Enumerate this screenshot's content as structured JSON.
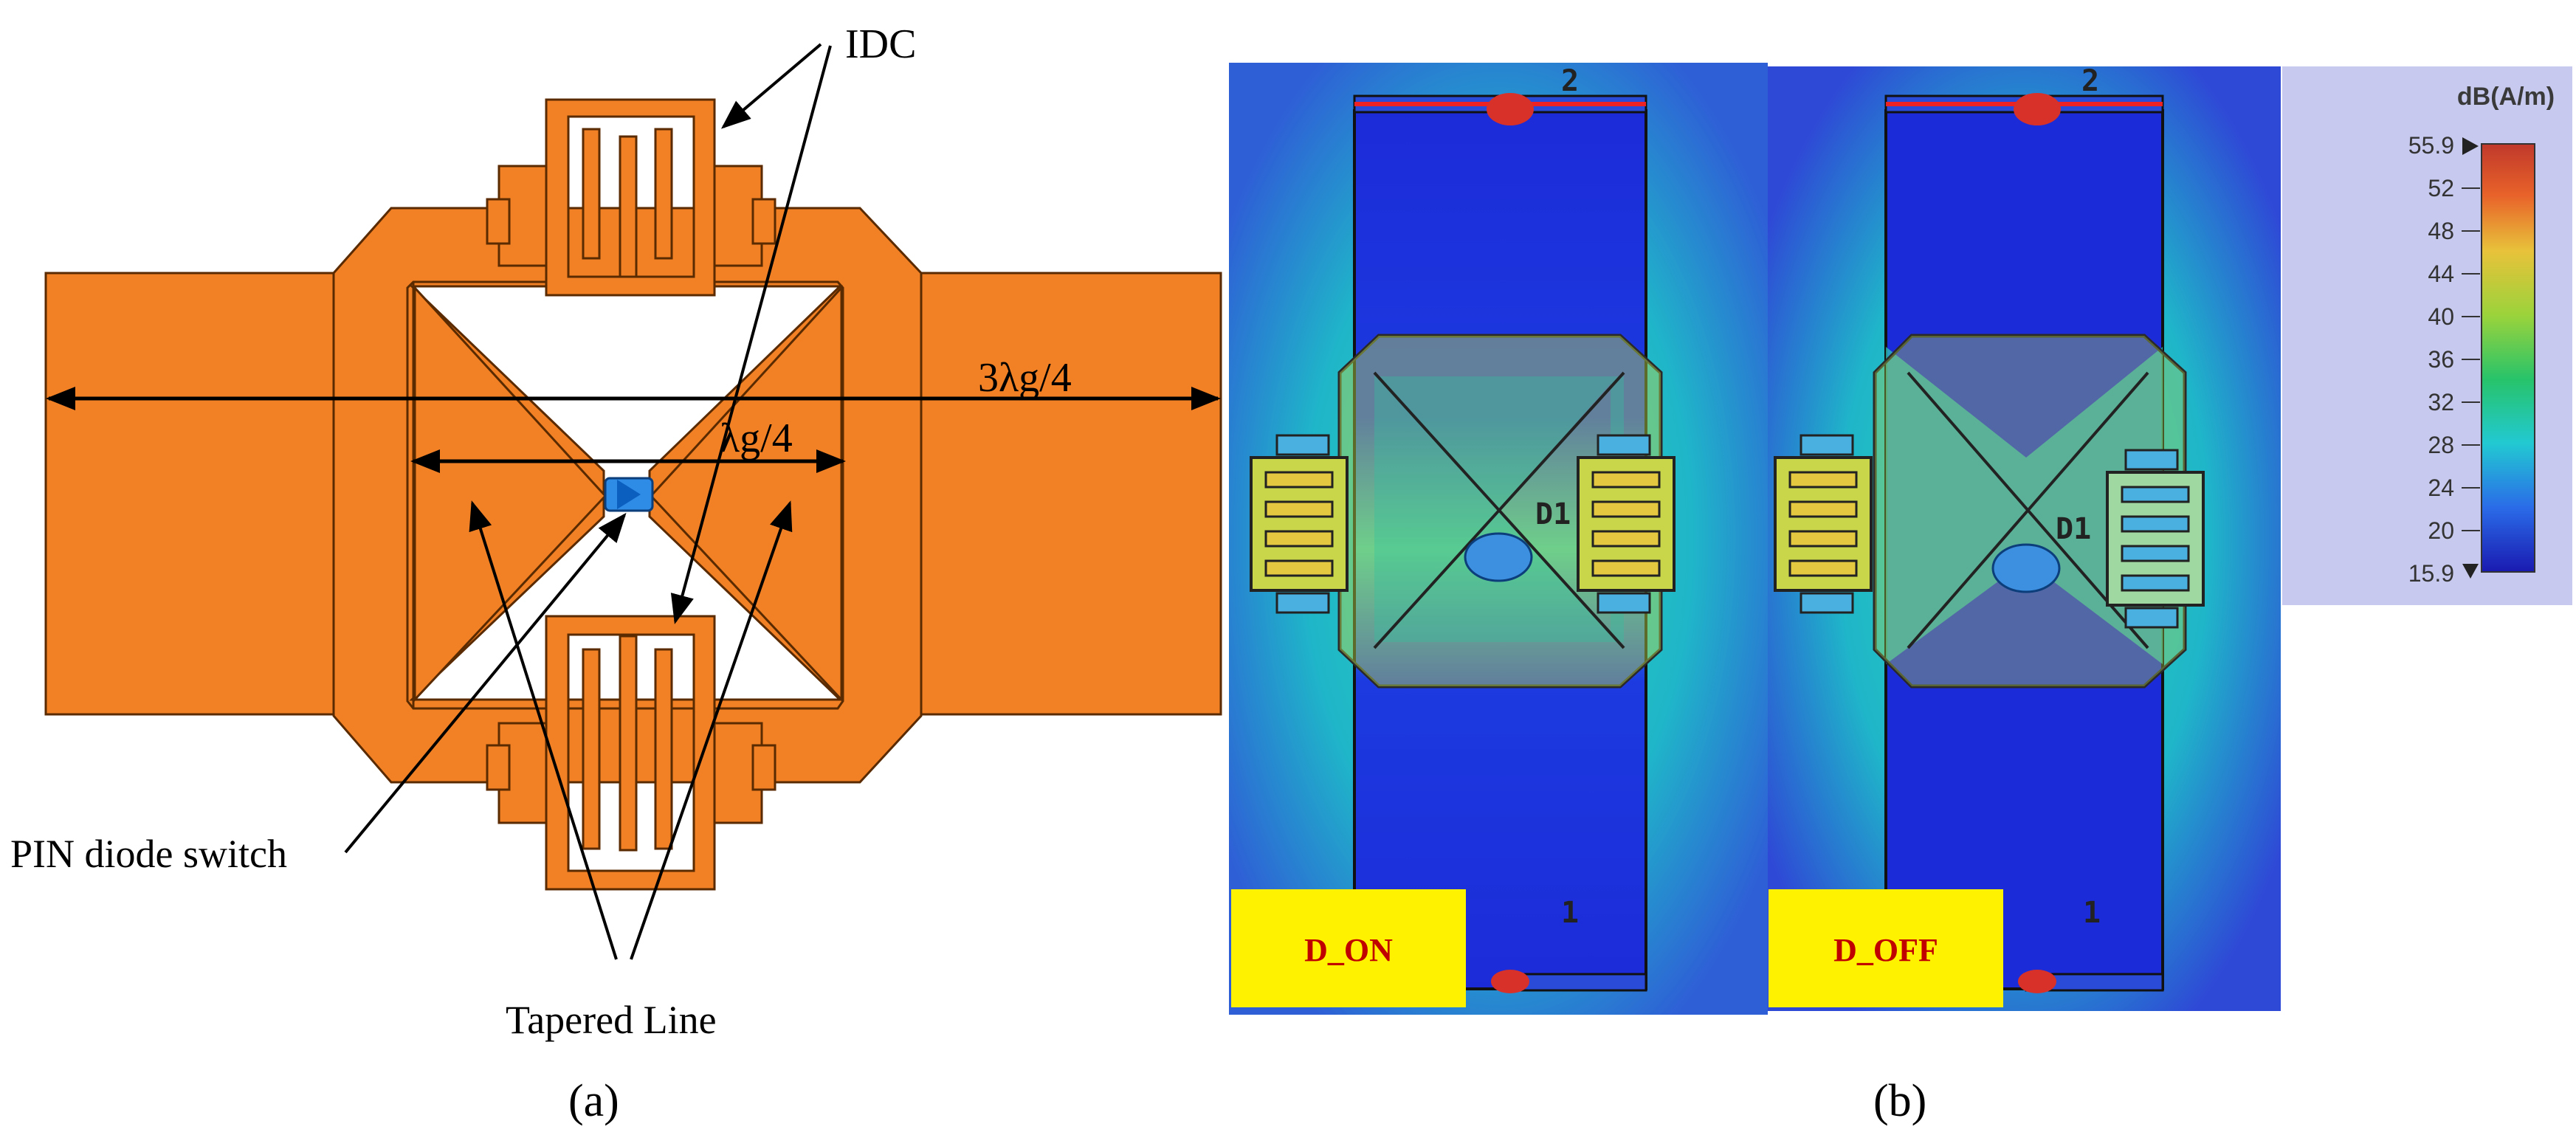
{
  "panel_a": {
    "idc_label": "IDC",
    "length_total": "3λg/4",
    "length_quarter": "λg/4",
    "diode_label": "PIN diode switch",
    "tapered_label": "Tapered Line",
    "caption": "(a)",
    "colors": {
      "copper": "#F28024",
      "diode": "#2E8BE6"
    }
  },
  "panel_b": {
    "port_top": "2",
    "port_bottom": "1",
    "diode_ref": "D1",
    "state_on": "D_ON",
    "state_off": "D_OFF",
    "caption": "(b)",
    "colorbar": {
      "unit": "dB(A/m)",
      "max": "55.9",
      "min": "15.9",
      "ticks": [
        "52",
        "48",
        "44",
        "40",
        "36",
        "32",
        "28",
        "24",
        "20"
      ]
    },
    "colors": {
      "state_box": "#FFF200",
      "state_text": "#C00000",
      "bar_top": "#C0392B",
      "bar_bottom": "#1A1AB0"
    }
  }
}
